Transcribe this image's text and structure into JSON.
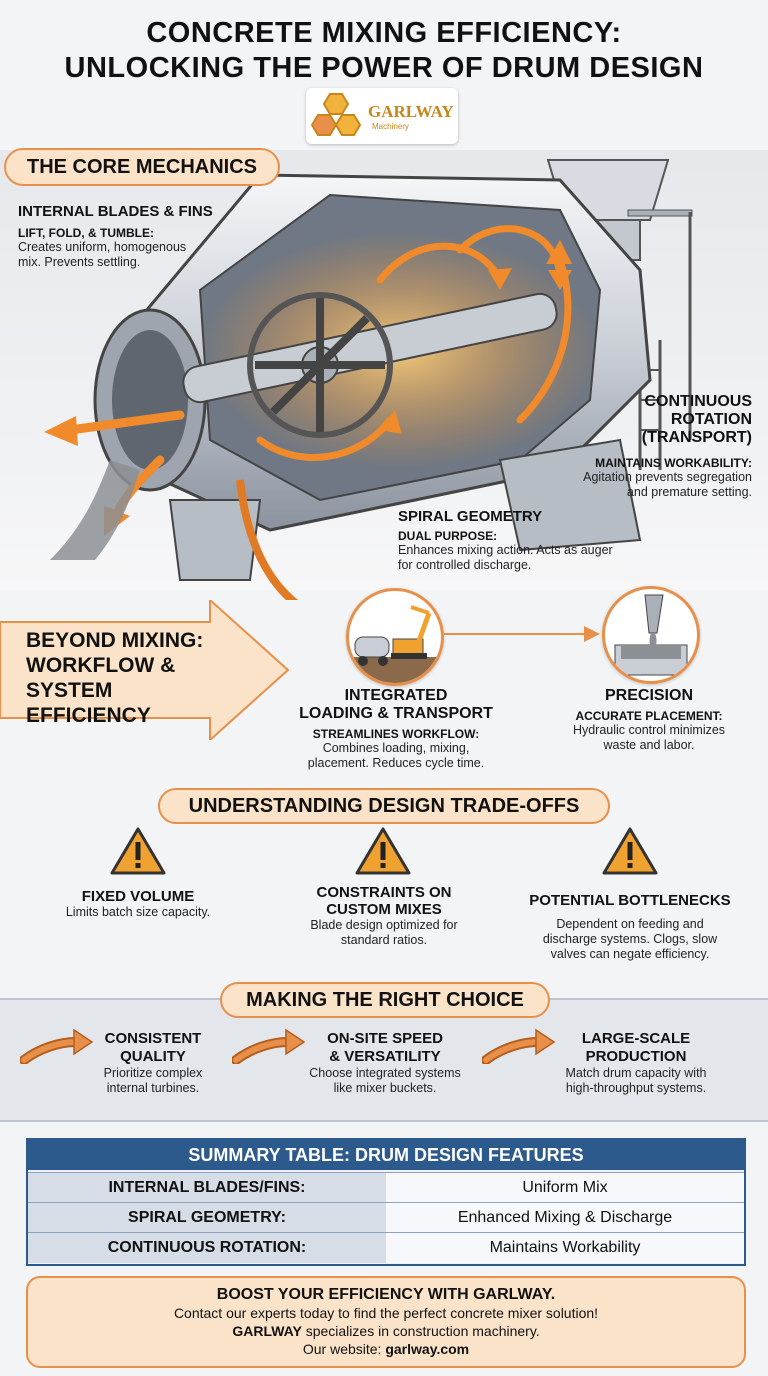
{
  "title": {
    "line1": "CONCRETE MIXING EFFICIENCY:",
    "line2": "UNLOCKING THE POWER OF DRUM DESIGN"
  },
  "logo": {
    "brand": "GARLWAY",
    "sub": "Machinery"
  },
  "core": {
    "heading": "THE CORE MECHANICS",
    "blades": {
      "title": "INTERNAL BLADES & FINS",
      "sub": "LIFT, FOLD, & TUMBLE:",
      "desc1": "Creates uniform, homogenous",
      "desc2": "mix. Prevents settling."
    },
    "rotation": {
      "title1": "CONTINUOUS",
      "title2": "ROTATION",
      "title3": "(TRANSPORT)",
      "sub": "MAINTAINS WORKABILITY:",
      "desc1": "Agitation prevents segregation",
      "desc2": "and premature setting."
    },
    "spiral": {
      "title": "SPIRAL GEOMETRY",
      "sub": "DUAL PURPOSE:",
      "desc1": "Enhances mixing action. Acts as auger",
      "desc2": "for controlled discharge."
    }
  },
  "beyond": {
    "line1": "BEYOND MIXING:",
    "line2": "WORKFLOW &",
    "line3": "SYSTEM",
    "line4": "EFFICIENCY",
    "integrated": {
      "title1": "INTEGRATED",
      "title2": "LOADING & TRANSPORT",
      "sub": "STREAMLINES WORKFLOW:",
      "desc1": "Combines loading, mixing,",
      "desc2": "placement. Reduces cycle time."
    },
    "precision": {
      "title": "PRECISION",
      "sub": "ACCURATE PLACEMENT:",
      "desc1": "Hydraulic control minimizes",
      "desc2": "waste and labor."
    }
  },
  "tradeoffs": {
    "heading": "UNDERSTANDING DESIGN TRADE-OFFS",
    "items": [
      {
        "title1": "FIXED VOLUME",
        "title2": "",
        "desc1": "Limits batch size capacity.",
        "desc2": "",
        "desc3": ""
      },
      {
        "title1": "CONSTRAINTS ON",
        "title2": "CUSTOM MIXES",
        "desc1": "Blade design optimized for",
        "desc2": "standard ratios.",
        "desc3": ""
      },
      {
        "title1": "POTENTIAL BOTTLENECKS",
        "title2": "",
        "desc1": "Dependent on feeding and",
        "desc2": "discharge systems. Clogs, slow",
        "desc3": "valves can negate efficiency."
      }
    ]
  },
  "choice": {
    "heading": "MAKING THE RIGHT CHOICE",
    "items": [
      {
        "title1": "CONSISTENT",
        "title2": "QUALITY",
        "desc1": "Prioritize complex",
        "desc2": "internal turbines."
      },
      {
        "title1": "ON-SITE SPEED",
        "title2": "& VERSATILITY",
        "desc1": "Choose integrated systems",
        "desc2": "like mixer buckets."
      },
      {
        "title1": "LARGE-SCALE",
        "title2": "PRODUCTION",
        "desc1": "Match drum capacity with",
        "desc2": "high-throughput systems."
      }
    ]
  },
  "summary": {
    "heading": "SUMMARY TABLE: DRUM DESIGN FEATURES",
    "rows": [
      {
        "feature": "INTERNAL BLADES/FINS:",
        "value": "Uniform Mix"
      },
      {
        "feature": "SPIRAL GEOMETRY:",
        "value": "Enhanced Mixing & Discharge"
      },
      {
        "feature": "CONTINUOUS ROTATION:",
        "value": "Maintains Workability"
      }
    ]
  },
  "cta": {
    "line1": "BOOST YOUR EFFICIENCY WITH GARLWAY.",
    "line2": "Contact our experts today to find the perfect concrete mixer solution!",
    "line3_bold": "GARLWAY",
    "line3_rest": " specializes in construction machinery.",
    "line4_pre": "Our website: ",
    "line4_bold": "garlway.com"
  },
  "colors": {
    "accent": "#e8904a",
    "accent_light": "#fbe3c9",
    "table_blue": "#2d5a8c",
    "warning": "#f0a230"
  }
}
